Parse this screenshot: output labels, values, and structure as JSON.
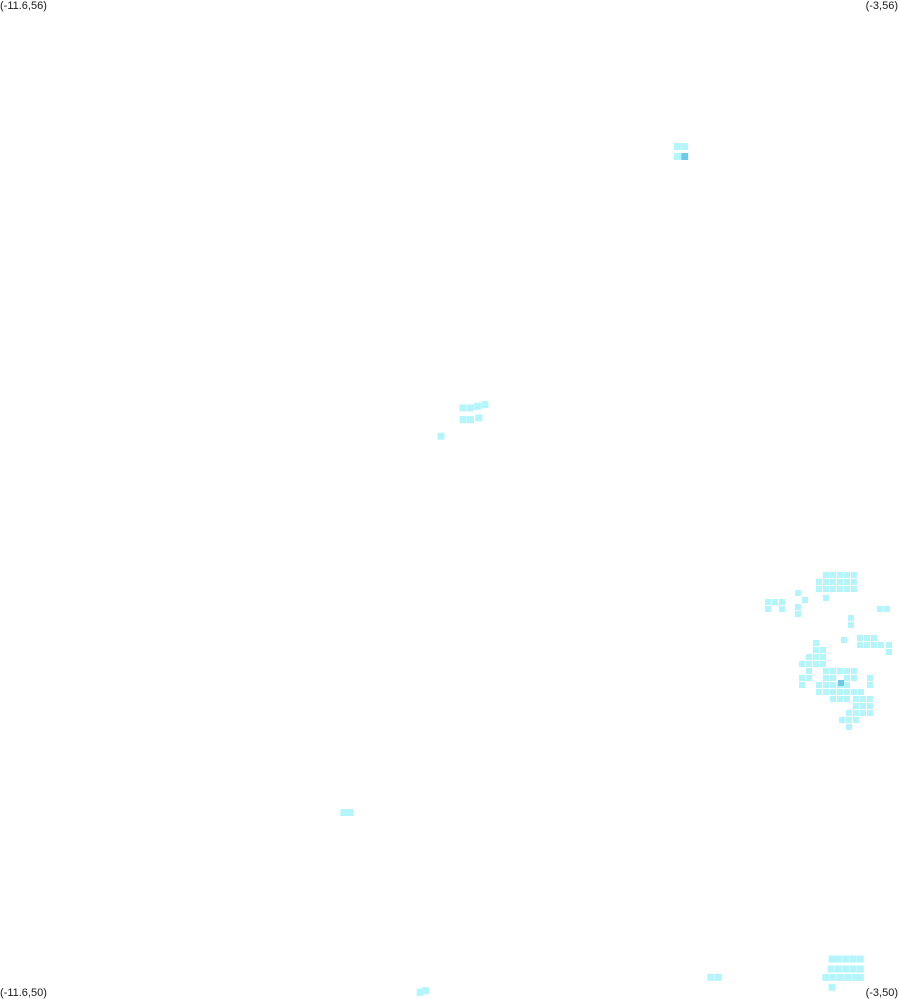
{
  "corners": {
    "top_left": "(-11.6,56)",
    "top_right": "(-3,56)",
    "bottom_left": "(-11.6,50)",
    "bottom_right": "(-3,50)"
  },
  "colors": {
    "background": "#ffffff",
    "cell_light": "#b3f5fa",
    "cell_medium": "#6ecbe8"
  },
  "extent": {
    "lon_min": -11.6,
    "lon_max": -3,
    "lat_min": 50,
    "lat_max": 56
  },
  "cell_size_deg": 0.07,
  "cells": [
    {
      "lon": -5.12,
      "lat": 55.12,
      "level": 1
    },
    {
      "lon": -5.05,
      "lat": 55.12,
      "level": 1
    },
    {
      "lon": -5.12,
      "lat": 55.06,
      "level": 1
    },
    {
      "lon": -5.05,
      "lat": 55.06,
      "level": 2
    },
    {
      "lon": -7.17,
      "lat": 53.55,
      "level": 1
    },
    {
      "lon": -7.1,
      "lat": 53.55,
      "level": 1
    },
    {
      "lon": -7.03,
      "lat": 53.56,
      "level": 1
    },
    {
      "lon": -6.96,
      "lat": 53.57,
      "level": 1
    },
    {
      "lon": -7.17,
      "lat": 53.48,
      "level": 1
    },
    {
      "lon": -7.1,
      "lat": 53.48,
      "level": 1
    },
    {
      "lon": -7.02,
      "lat": 53.49,
      "level": 1
    },
    {
      "lon": -7.38,
      "lat": 53.38,
      "level": 1
    },
    {
      "lon": -8.31,
      "lat": 51.12,
      "level": 1
    },
    {
      "lon": -8.25,
      "lat": 51.12,
      "level": 1
    },
    {
      "lon": -7.58,
      "lat": 50.04,
      "level": 1
    },
    {
      "lon": -7.53,
      "lat": 50.05,
      "level": 1
    },
    {
      "lon": -4.8,
      "lat": 50.13,
      "level": 1
    },
    {
      "lon": -4.73,
      "lat": 50.13,
      "level": 1
    },
    {
      "lon": -3.64,
      "lat": 50.24,
      "level": 1
    },
    {
      "lon": -3.58,
      "lat": 50.24,
      "level": 1
    },
    {
      "lon": -3.51,
      "lat": 50.24,
      "level": 1
    },
    {
      "lon": -3.44,
      "lat": 50.24,
      "level": 1
    },
    {
      "lon": -3.37,
      "lat": 50.24,
      "level": 1
    },
    {
      "lon": -3.65,
      "lat": 50.18,
      "level": 1
    },
    {
      "lon": -3.58,
      "lat": 50.18,
      "level": 1
    },
    {
      "lon": -3.51,
      "lat": 50.18,
      "level": 1
    },
    {
      "lon": -3.44,
      "lat": 50.18,
      "level": 1
    },
    {
      "lon": -3.37,
      "lat": 50.18,
      "level": 1
    },
    {
      "lon": -3.7,
      "lat": 50.13,
      "level": 1
    },
    {
      "lon": -3.63,
      "lat": 50.13,
      "level": 1
    },
    {
      "lon": -3.56,
      "lat": 50.13,
      "level": 1
    },
    {
      "lon": -3.49,
      "lat": 50.13,
      "level": 1
    },
    {
      "lon": -3.42,
      "lat": 50.13,
      "level": 1
    },
    {
      "lon": -3.37,
      "lat": 50.13,
      "level": 1
    },
    {
      "lon": -3.64,
      "lat": 50.07,
      "level": 1
    }
  ]
}
